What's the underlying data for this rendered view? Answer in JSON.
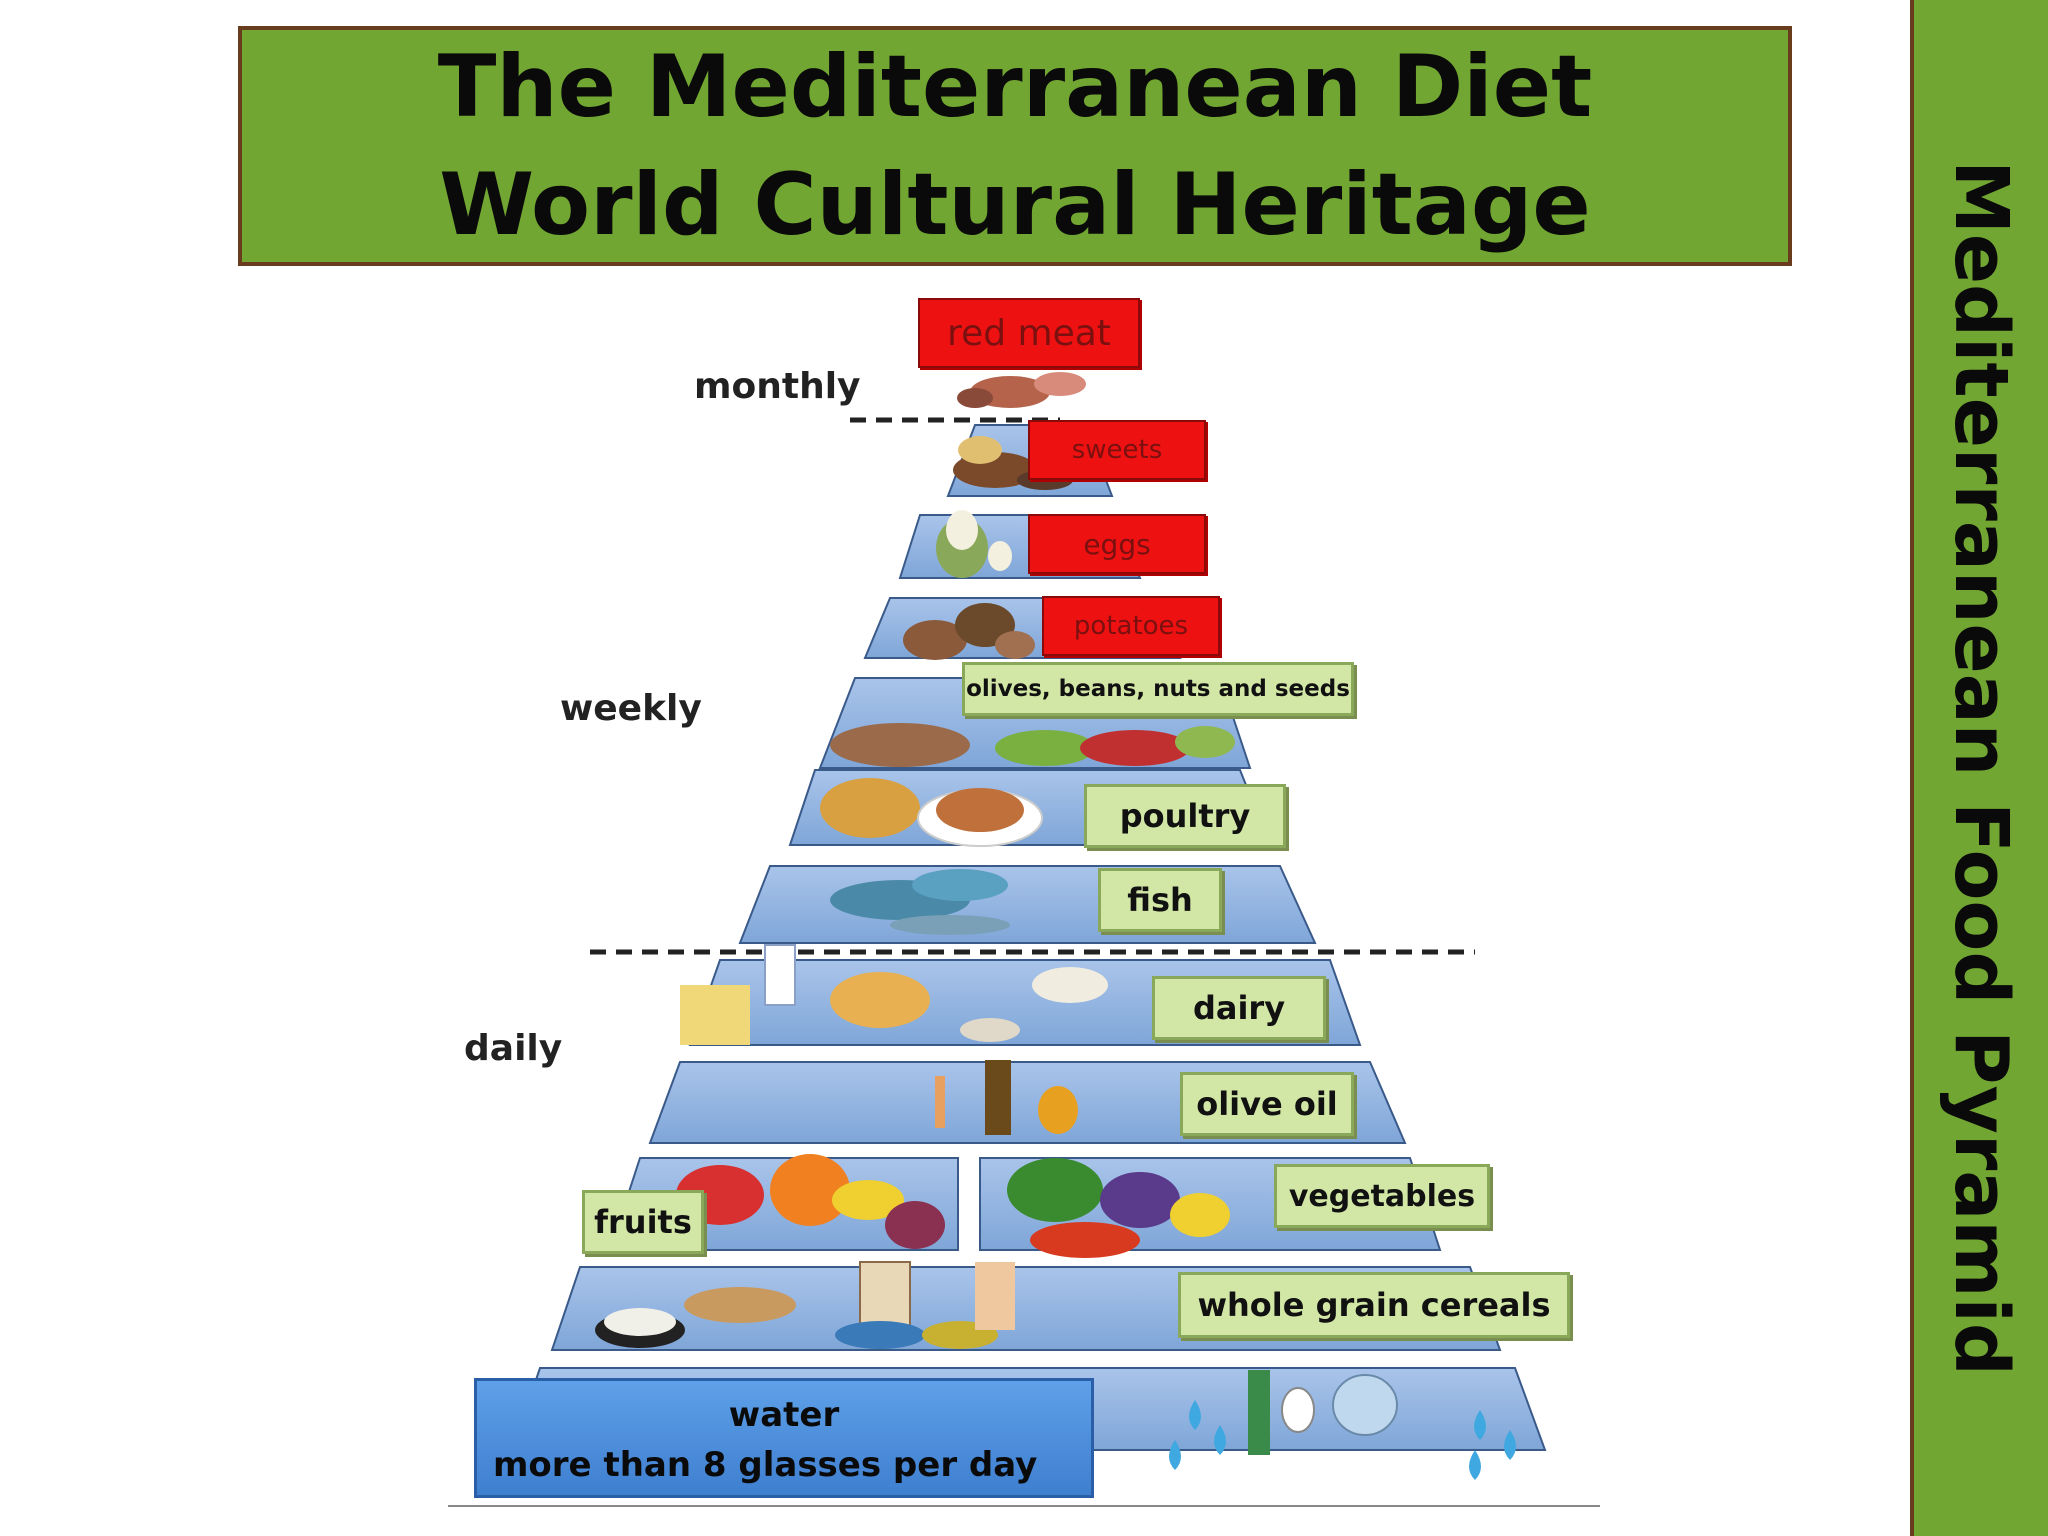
{
  "title": {
    "line1": "The Mediterranean Diet",
    "line2": "World Cultural Heritage"
  },
  "side_banner": "Mediterranean Food Pyramid",
  "frequencies": {
    "monthly": "monthly",
    "weekly": "weekly",
    "daily": "daily"
  },
  "tiers": {
    "red_meat": "red meat",
    "sweets": "sweets",
    "eggs": "eggs",
    "potatoes": "potatoes",
    "olives": "olives, beans,  nuts and seeds",
    "poultry": "poultry",
    "fish": "fish",
    "dairy": "dairy",
    "olive_oil": "olive oil",
    "vegetables": "vegetables",
    "fruits": "fruits",
    "cereals": "whole grain cereals"
  },
  "water": {
    "title": "water",
    "subtitle": "more than 8 glasses per day"
  },
  "colors": {
    "banner_green": "#72a632",
    "banner_border": "#6a3c1e",
    "tier_blue": "#8fb2e0",
    "label_red": "#ee1111",
    "label_green": "#d2e7a6",
    "water_blue": "#4a8de0"
  }
}
